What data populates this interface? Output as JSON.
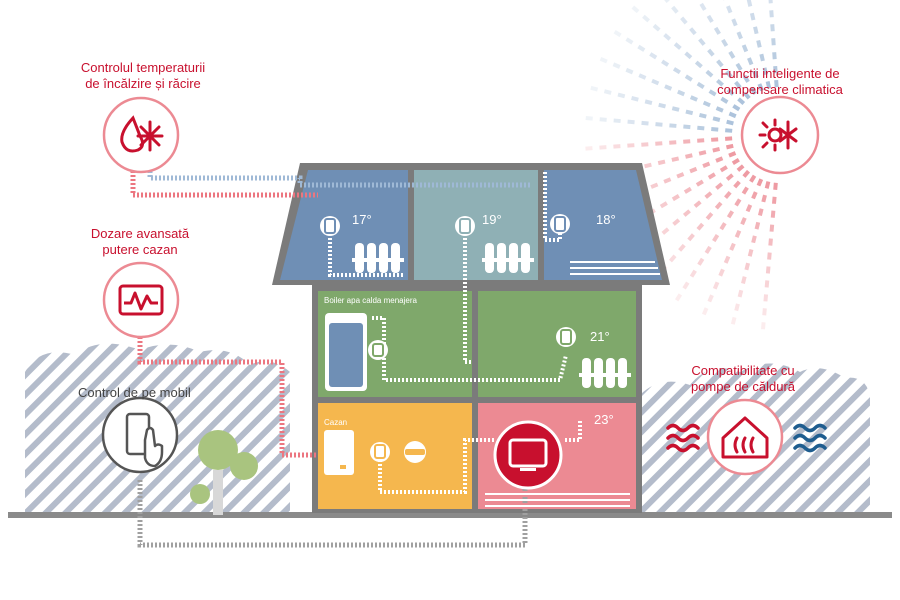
{
  "features": {
    "temp_control": "Controlul temperaturii\nde încălzire și răcire",
    "climate_comp": "Functii inteligente de\ncompensare climatica",
    "boiler_power": "Dozare avansată\nputere cazan",
    "mobile": "Control de pe mobil",
    "heat_pump": "Compatibilitate cu\npompe de căldură"
  },
  "rooms": {
    "attic_left": {
      "temp": "17°"
    },
    "attic_mid": {
      "temp": "19°"
    },
    "attic_right": {
      "temp": "18°"
    },
    "boiler_room": {
      "name": "Boiler apa calda menajera"
    },
    "living": {
      "temp": "21°"
    },
    "cazan_room": {
      "name": "Cazan"
    },
    "pink_room": {
      "temp": "23°"
    }
  },
  "colors": {
    "accent": "#c8102e",
    "blue_room": "#6f8fb5",
    "teal_room": "#8fb0b5",
    "green_room": "#7fa86b",
    "orange_room": "#f5b74e",
    "pink_room": "#ec8a93",
    "wall": "#7b7b7b"
  },
  "icons": [
    "heat-cool-icon",
    "sun-snow-icon",
    "power-graph-icon",
    "smartphone-touch-icon",
    "heat-pump-house-icon",
    "thermostat-icon",
    "radiator-icon",
    "control-panel-icon"
  ]
}
